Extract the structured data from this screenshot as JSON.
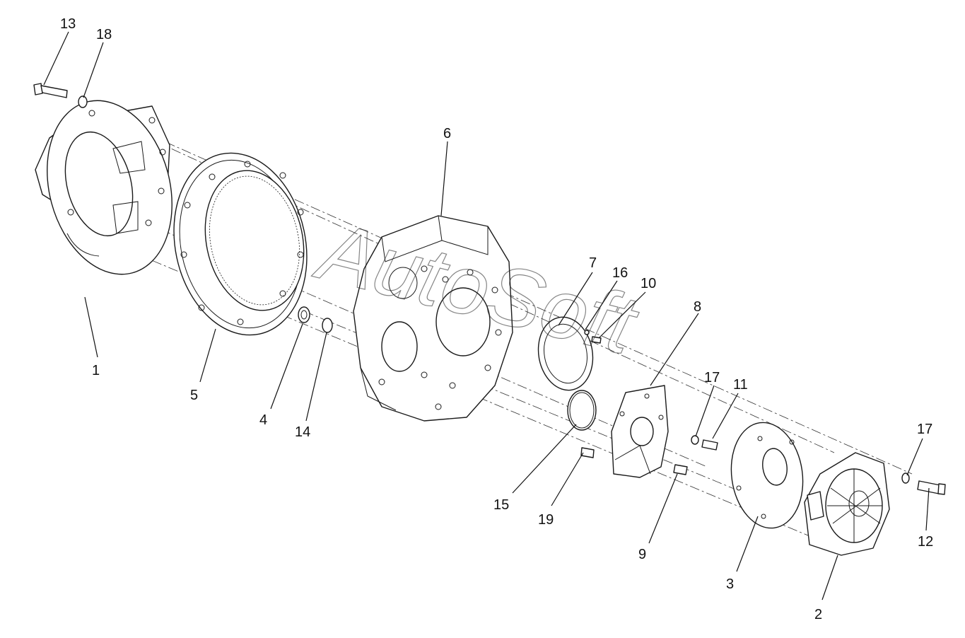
{
  "watermark": "AutoSoft",
  "callouts": {
    "c1": "1",
    "c2": "2",
    "c3": "3",
    "c4": "4",
    "c5": "5",
    "c6": "6",
    "c7": "7",
    "c8": "8",
    "c9": "9",
    "c10": "10",
    "c11": "11",
    "c12": "12",
    "c13": "13",
    "c14": "14",
    "c15": "15",
    "c16": "16",
    "c17a": "17",
    "c17b": "17",
    "c18": "18",
    "c19": "19"
  }
}
